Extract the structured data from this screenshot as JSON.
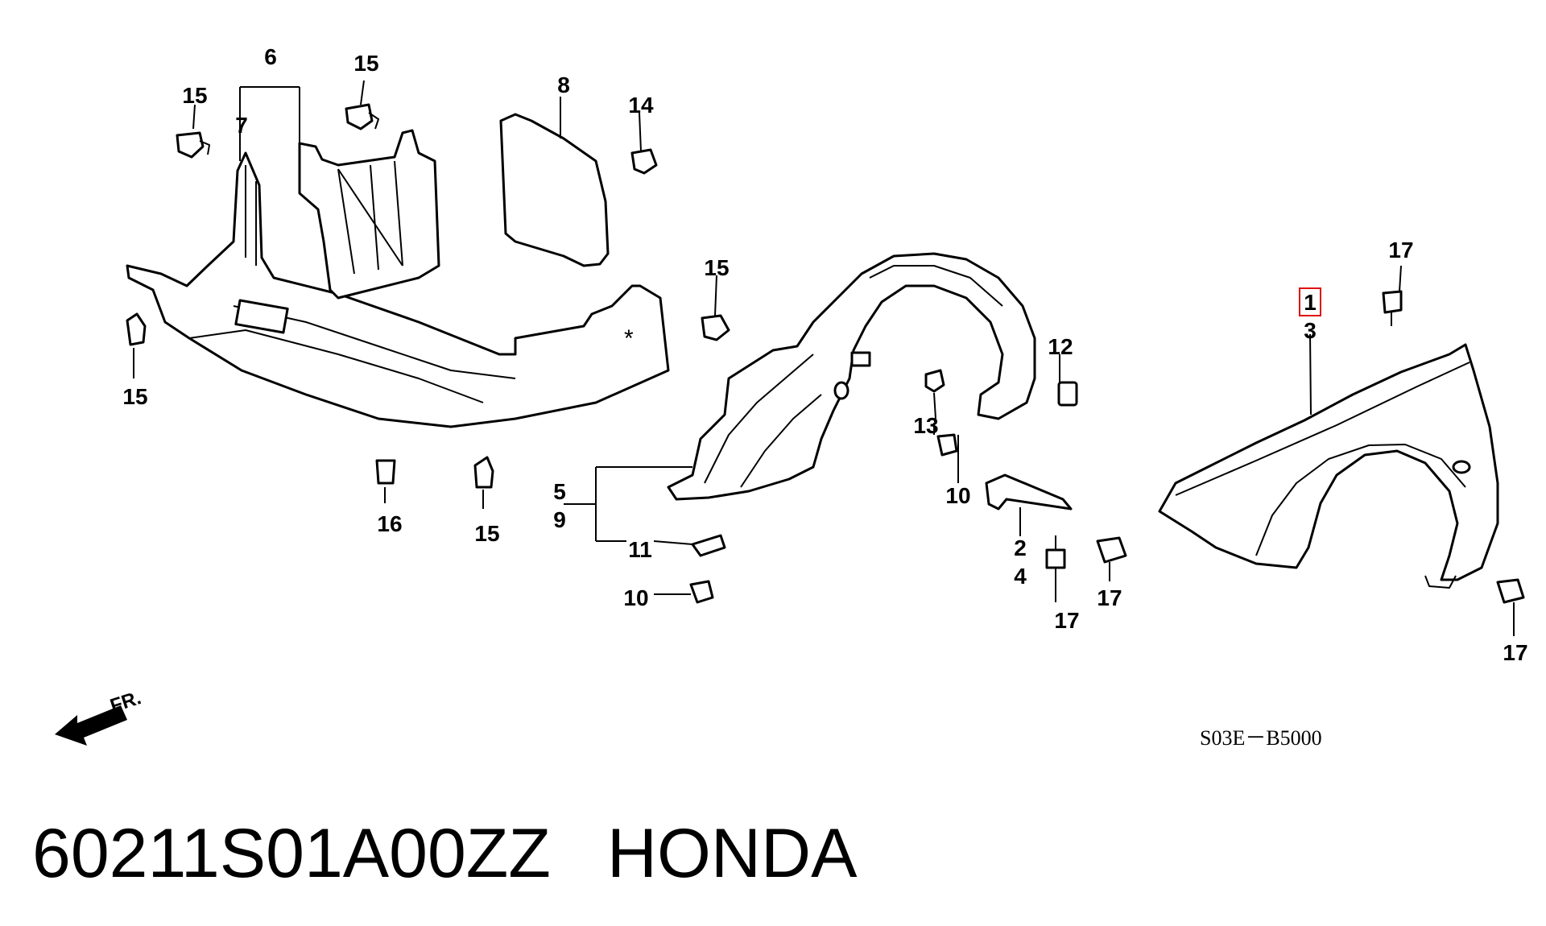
{
  "callouts": [
    "1",
    "2",
    "3",
    "4",
    "5",
    "6",
    "7",
    "8",
    "9",
    "10",
    "11",
    "12",
    "13",
    "14",
    "15",
    "16",
    "17"
  ],
  "diagram_code": "S03E－B5000",
  "front_marker": "FR.",
  "footer": {
    "part_number": "60211S01A00ZZ",
    "brand": "HONDA"
  },
  "highlighted_callout": "1"
}
